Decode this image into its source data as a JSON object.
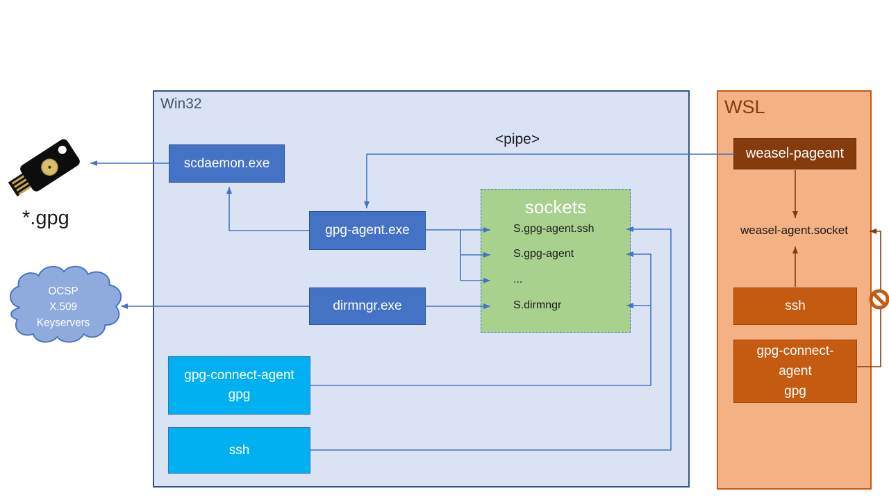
{
  "diagram": {
    "pipe_label": "<pipe>",
    "left": {
      "usb_key_icon": "yubikey",
      "gpg_files_label": "*.gpg",
      "cloud_lines": [
        "OCSP",
        "X.509",
        "Keyservers"
      ]
    },
    "win32": {
      "label": "Win32",
      "boxes": {
        "scdaemon": "scdaemon.exe",
        "gpg_agent": "gpg-agent.exe",
        "dirmngr": "dirmngr.exe",
        "gpg_connect_agent_lines": [
          "gpg-connect-agent",
          "gpg"
        ],
        "ssh": "ssh"
      },
      "sockets": {
        "title": "sockets",
        "entries": [
          "S.gpg-agent.ssh",
          "S.gpg-agent",
          "...",
          "S.dirmngr"
        ]
      }
    },
    "wsl": {
      "label": "WSL",
      "weasel_pageant": "weasel-pageant",
      "socket_label": "weasel-agent.socket",
      "ssh": "ssh",
      "gpg_connect_agent_lines": [
        "gpg-connect-",
        "agent",
        "gpg"
      ],
      "blocked_icon": "no-entry"
    },
    "colors": {
      "win32_bg": "#DAE3F3",
      "win32_border": "#35518C",
      "win32_label": "#44546A",
      "process_blue": "#4472C4",
      "process_blue_border": "#2F528F",
      "cyan": "#00B0F0",
      "sockets_green": "#A9D18E",
      "wsl_bg": "#F4B183",
      "wsl_accent": "#C55A11",
      "wsl_dark": "#843C0C",
      "cloud_fill": "#8FAADC",
      "connector_blue": "#4472C4",
      "connector_brown": "#843C0C"
    }
  }
}
